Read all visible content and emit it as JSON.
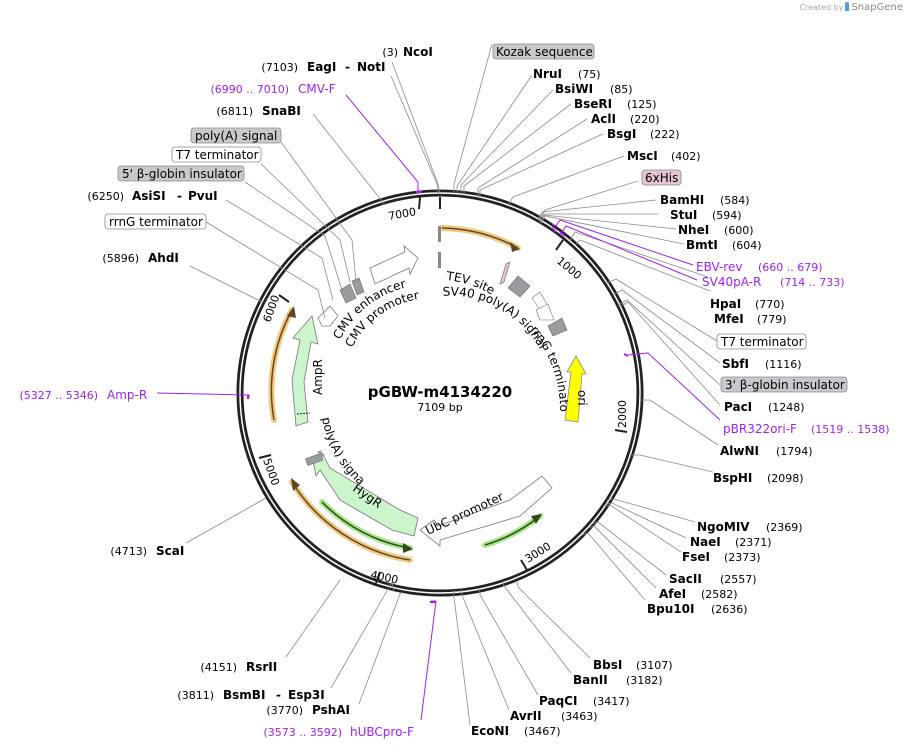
{
  "credit": {
    "prefix": "Created by",
    "brand": "SnapGene"
  },
  "plasmid": {
    "name": "pGBW-m4134220",
    "size": "7109 bp"
  },
  "ticks": [
    "1000",
    "2000",
    "3000",
    "4000",
    "5000",
    "6000",
    "7000"
  ],
  "enzymes_left": [
    {
      "pos": "(3)",
      "name": "NcoI"
    },
    {
      "pos": "(7103)",
      "name": "EagI",
      "name2": "NotI"
    },
    {
      "pos": "(6811)",
      "name": "SnaBI"
    },
    {
      "pos": "(6250)",
      "name": "AsiSI",
      "name2": "PvuI"
    },
    {
      "pos": "(5896)",
      "name": "AhdI"
    },
    {
      "pos": "(4713)",
      "name": "ScaI"
    },
    {
      "pos": "(4151)",
      "name": "RsrII"
    },
    {
      "pos": "(3811)",
      "name": "BsmBI",
      "name2": "Esp3I"
    },
    {
      "pos": "(3770)",
      "name": "PshAI"
    }
  ],
  "enzymes_right": [
    {
      "name": "NruI",
      "pos": "(75)"
    },
    {
      "name": "BsiWI",
      "pos": "(85)"
    },
    {
      "name": "BseRI",
      "pos": "(125)"
    },
    {
      "name": "AclI",
      "pos": "(220)"
    },
    {
      "name": "BsgI",
      "pos": "(222)"
    },
    {
      "name": "MscI",
      "pos": "(402)"
    },
    {
      "name": "BamHI",
      "pos": "(584)"
    },
    {
      "name": "StuI",
      "pos": "(594)"
    },
    {
      "name": "NheI",
      "pos": "(600)"
    },
    {
      "name": "BmtI",
      "pos": "(604)"
    },
    {
      "name": "HpaI",
      "pos": "(770)"
    },
    {
      "name": "MfeI",
      "pos": "(779)"
    },
    {
      "name": "SbfI",
      "pos": "(1116)"
    },
    {
      "name": "PacI",
      "pos": "(1248)"
    },
    {
      "name": "AlwNI",
      "pos": "(1794)"
    },
    {
      "name": "BspHI",
      "pos": "(2098)"
    },
    {
      "name": "NgoMIV",
      "pos": "(2369)"
    },
    {
      "name": "NaeI",
      "pos": "(2371)"
    },
    {
      "name": "FseI",
      "pos": "(2373)"
    },
    {
      "name": "SacII",
      "pos": "(2557)"
    },
    {
      "name": "AfeI",
      "pos": "(2582)"
    },
    {
      "name": "Bpu10I",
      "pos": "(2636)"
    },
    {
      "name": "BbsI",
      "pos": "(3107)"
    },
    {
      "name": "BanII",
      "pos": "(3182)"
    },
    {
      "name": "PaqCI",
      "pos": "(3417)"
    },
    {
      "name": "AvrII",
      "pos": "(3463)"
    },
    {
      "name": "EcoNI",
      "pos": "(3467)"
    }
  ],
  "primers": [
    {
      "name": "CMV-F",
      "pos": "(6990 .. 7010)"
    },
    {
      "name": "EBV-rev",
      "pos": "(660 .. 679)"
    },
    {
      "name": "SV40pA-R",
      "pos": "(714 .. 733)"
    },
    {
      "name": "pBR322ori-F",
      "pos": "(1519 .. 1538)"
    },
    {
      "name": "Amp-R",
      "pos": "(5327 .. 5346)"
    },
    {
      "name": "hUBCpro-F",
      "pos": "(3573 .. 3592)"
    }
  ],
  "boxed_features": [
    {
      "label": "Kozak sequence",
      "style": "gray"
    },
    {
      "label": "poly(A) signal",
      "style": "gray"
    },
    {
      "label": "T7 terminator",
      "style": "white"
    },
    {
      "label": "5' β-globin insulator",
      "style": "gray"
    },
    {
      "label": "rrnG terminator",
      "style": "white"
    },
    {
      "label": "6xHis",
      "style": "pink"
    },
    {
      "label": "T7 terminator",
      "style": "white"
    },
    {
      "label": "3' β-globin insulator",
      "style": "gray"
    }
  ],
  "inner_features": {
    "cmv_enhancer": "CMV enhancer",
    "cmv_promoter": "CMV promoter",
    "tev_site": "TEV site",
    "sv40_polya": "SV40 poly(A) signal",
    "rrng_term": "rrnG terminator",
    "ori": "ori",
    "ampr": "AmpR",
    "polya": "poly(A) signal",
    "hygr": "HygR",
    "ubc_promoter": "UbC promoter"
  },
  "colors": {
    "primer": "#a020f0",
    "orf_orange": "#f5c77e",
    "resistance_green": "#ccf5cc",
    "ori_yellow": "#ffff00",
    "box_gray": "#c8c9cc",
    "box_pink": "#e6c3d3"
  }
}
